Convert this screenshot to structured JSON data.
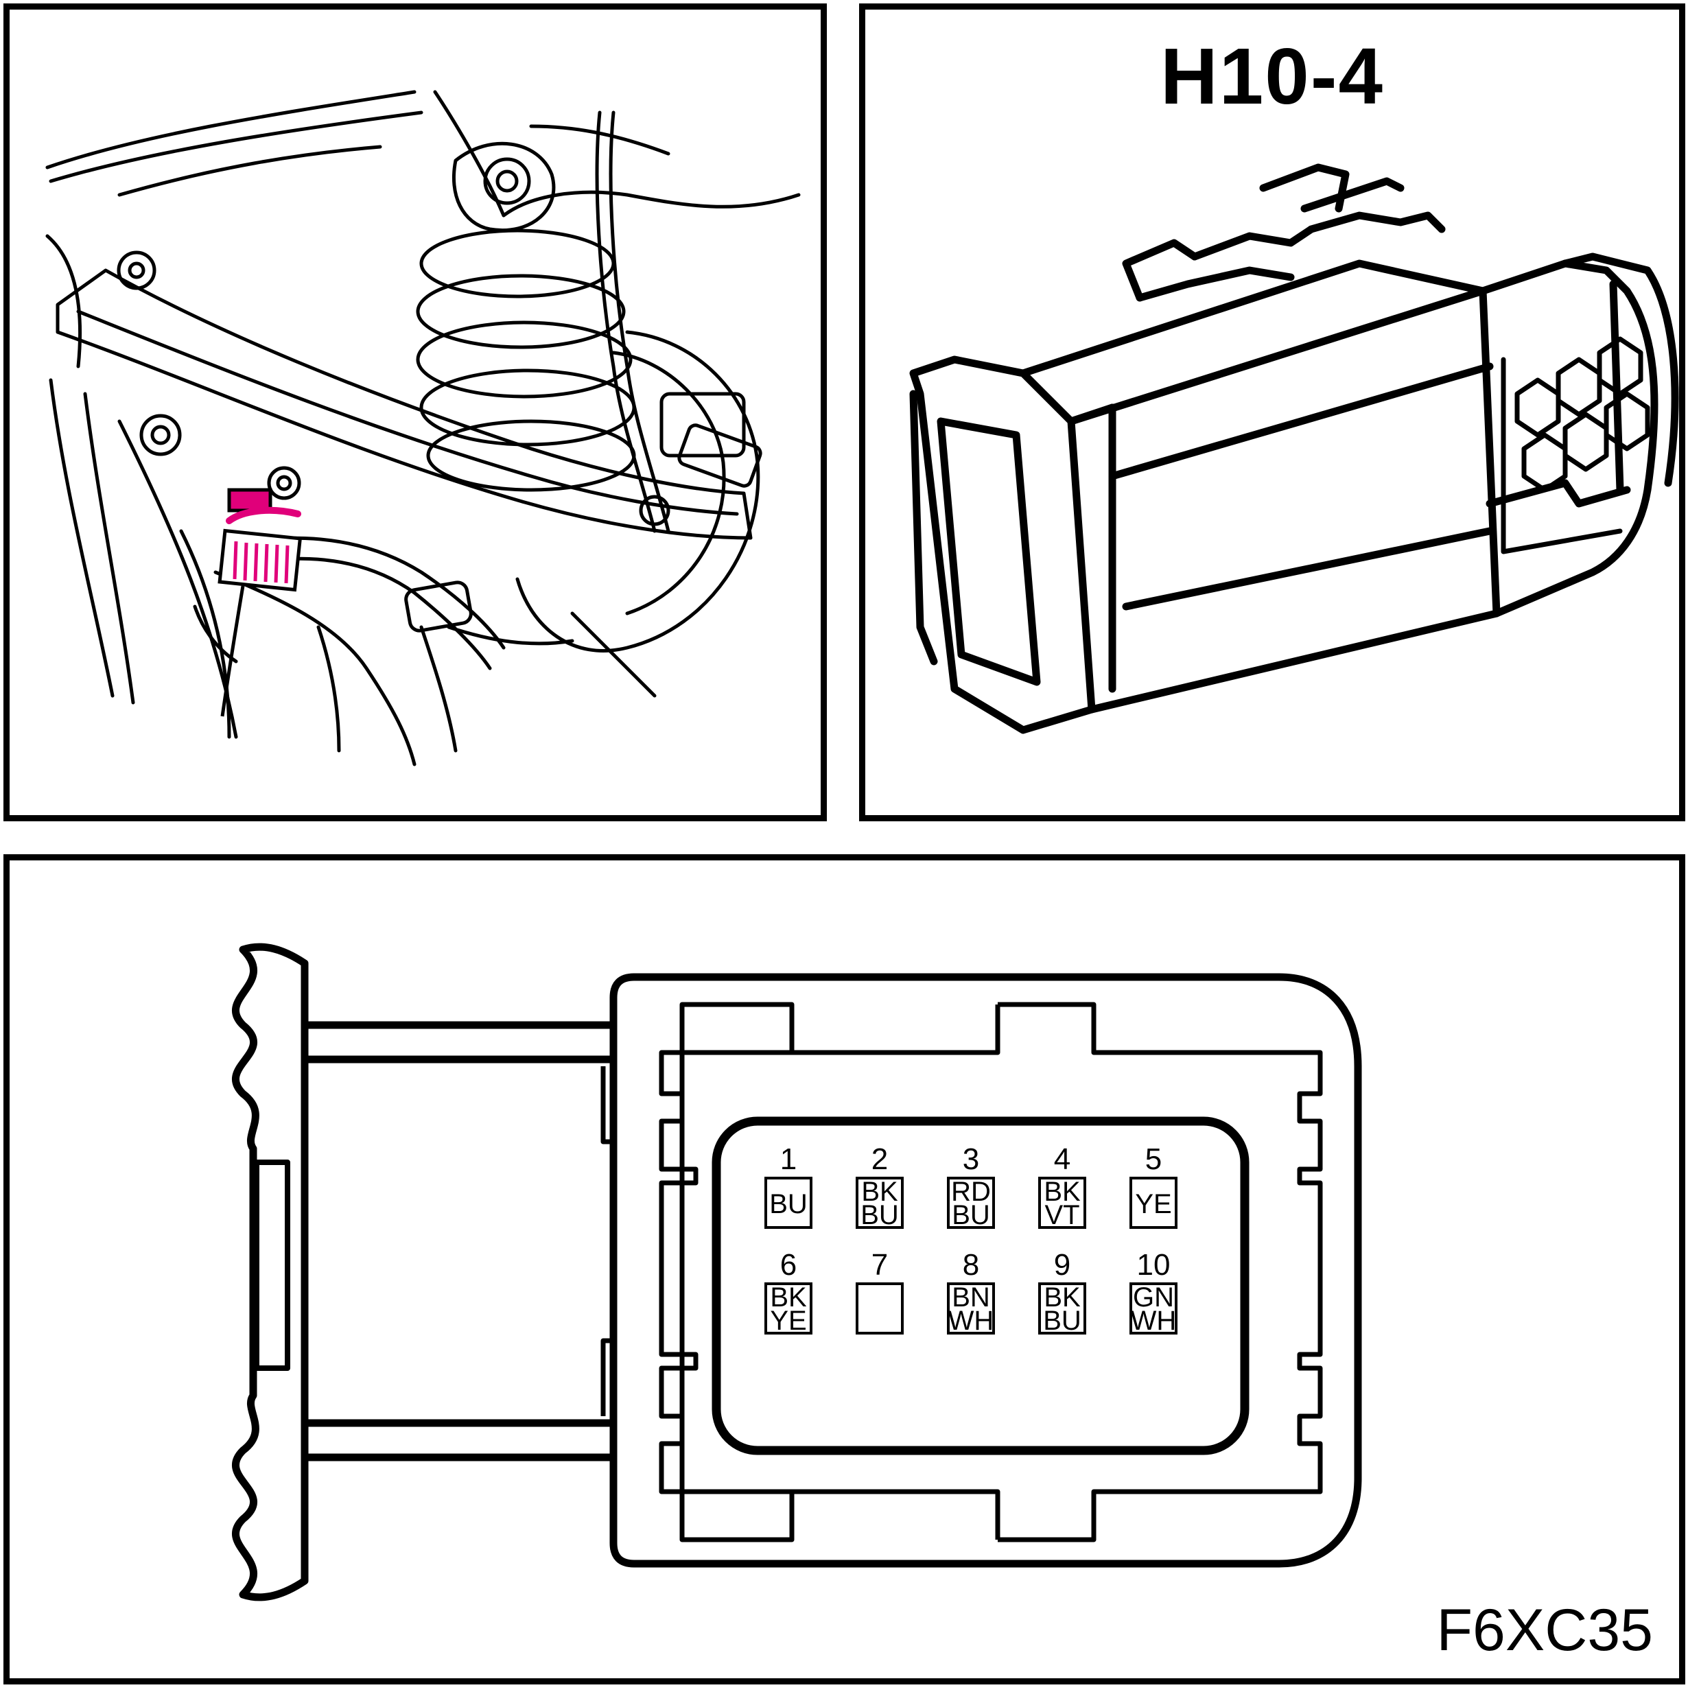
{
  "connector": {
    "id": "H10-4",
    "figure_code": "F6XC35",
    "highlight_color": "#e0007a"
  },
  "pins": [
    {
      "num": "1",
      "colors": [
        "BU"
      ]
    },
    {
      "num": "2",
      "colors": [
        "BK",
        "BU"
      ]
    },
    {
      "num": "3",
      "colors": [
        "RD",
        "BU"
      ]
    },
    {
      "num": "4",
      "colors": [
        "BK",
        "VT"
      ]
    },
    {
      "num": "5",
      "colors": [
        "YE"
      ]
    },
    {
      "num": "6",
      "colors": [
        "BK",
        "YE"
      ]
    },
    {
      "num": "7",
      "colors": []
    },
    {
      "num": "8",
      "colors": [
        "BN",
        "WH"
      ]
    },
    {
      "num": "9",
      "colors": [
        "BK",
        "BU"
      ]
    },
    {
      "num": "10",
      "colors": [
        "GN",
        "WH"
      ]
    }
  ]
}
